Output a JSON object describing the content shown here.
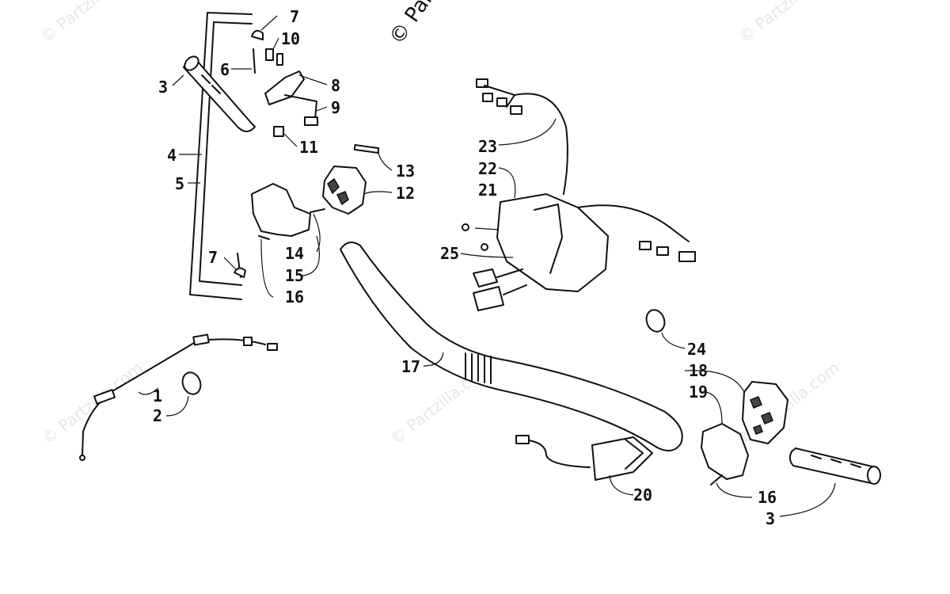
{
  "watermark": {
    "top_center": "© Partzilla.com",
    "repeat": "© Partzilla.com"
  },
  "callouts": {
    "c1": "1",
    "c2": "2",
    "c3a": "3",
    "c3b": "3",
    "c4": "4",
    "c5": "5",
    "c6": "6",
    "c7a": "7",
    "c7b": "7",
    "c8": "8",
    "c9": "9",
    "c10": "10",
    "c11": "11",
    "c12": "12",
    "c13": "13",
    "c14": "14",
    "c15": "15",
    "c16a": "16",
    "c16b": "16",
    "c17": "17",
    "c18": "18",
    "c19": "19",
    "c20": "20",
    "c21": "21",
    "c22": "22",
    "c23": "23",
    "c24": "24",
    "c25": "25"
  }
}
